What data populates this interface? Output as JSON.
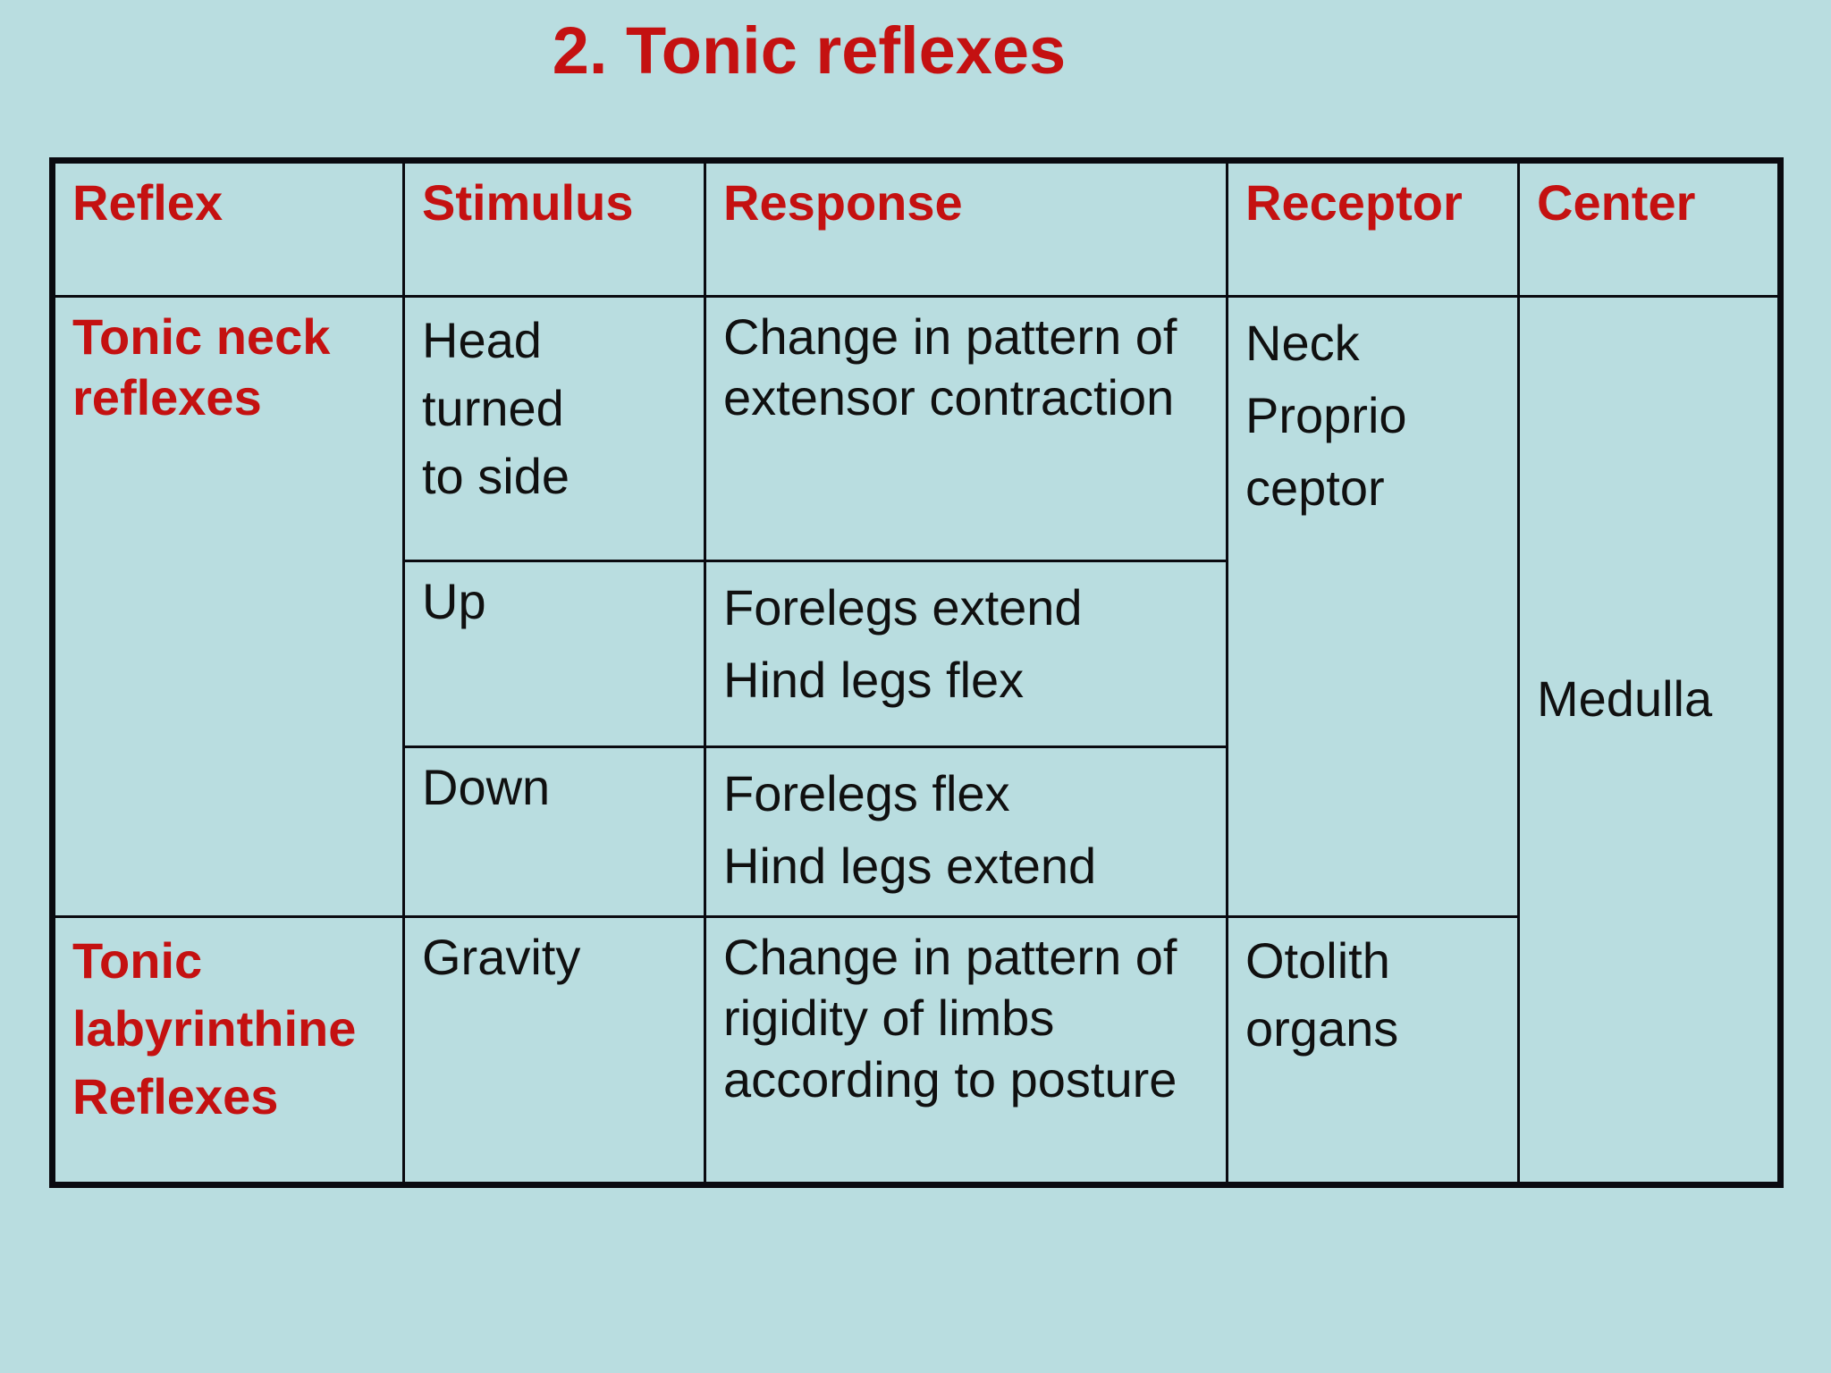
{
  "title": "2. Tonic reflexes",
  "colors": {
    "background": "#b9dde0",
    "accent_red": "#c41111",
    "text_black": "#101010",
    "border_black": "#0a0a10"
  },
  "table": {
    "headers": [
      "Reflex",
      "Stimulus",
      "Response",
      "Receptor",
      "Center"
    ],
    "rows": {
      "tonic_neck": {
        "reflex": [
          "Tonic neck",
          "reflexes"
        ],
        "sub_rows": [
          {
            "stimulus": [
              "Head",
              "turned",
              "to side"
            ],
            "response": [
              "Change in pattern of",
              "extensor contraction"
            ]
          },
          {
            "stimulus": [
              "Up"
            ],
            "response": [
              "Forelegs extend",
              "Hind legs flex"
            ]
          },
          {
            "stimulus": [
              "Down"
            ],
            "response": [
              "Forelegs flex",
              "Hind legs extend"
            ]
          }
        ],
        "receptor": [
          "Neck",
          "Proprio",
          "ceptor"
        ]
      },
      "tonic_labyrinthine": {
        "reflex": [
          "Tonic",
          "labyrinthine",
          "Reflexes"
        ],
        "stimulus": [
          "Gravity"
        ],
        "response": [
          "Change in pattern of",
          "rigidity of limbs",
          "according to posture"
        ],
        "receptor": [
          "Otolith",
          "organs"
        ]
      },
      "center": "Medulla"
    }
  }
}
